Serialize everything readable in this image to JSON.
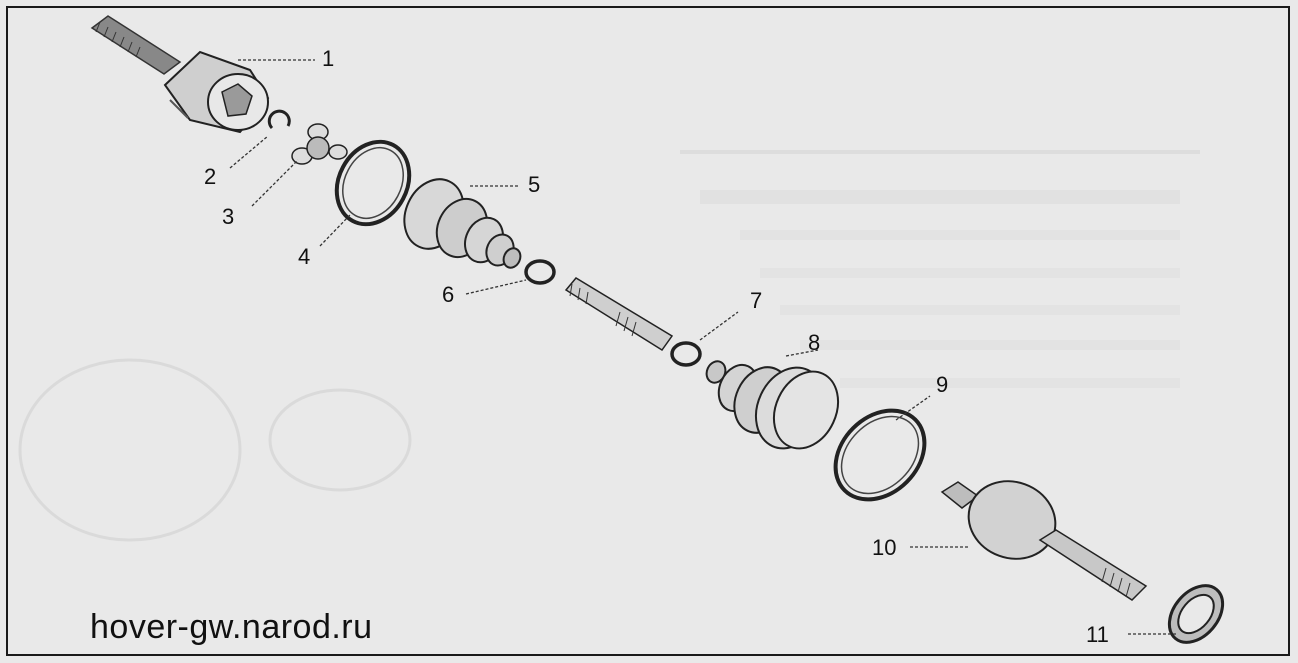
{
  "callouts": [
    "1",
    "2",
    "3",
    "4",
    "5",
    "6",
    "7",
    "8",
    "9",
    "10",
    "11"
  ],
  "watermark": "hover-gw.narod.ru"
}
